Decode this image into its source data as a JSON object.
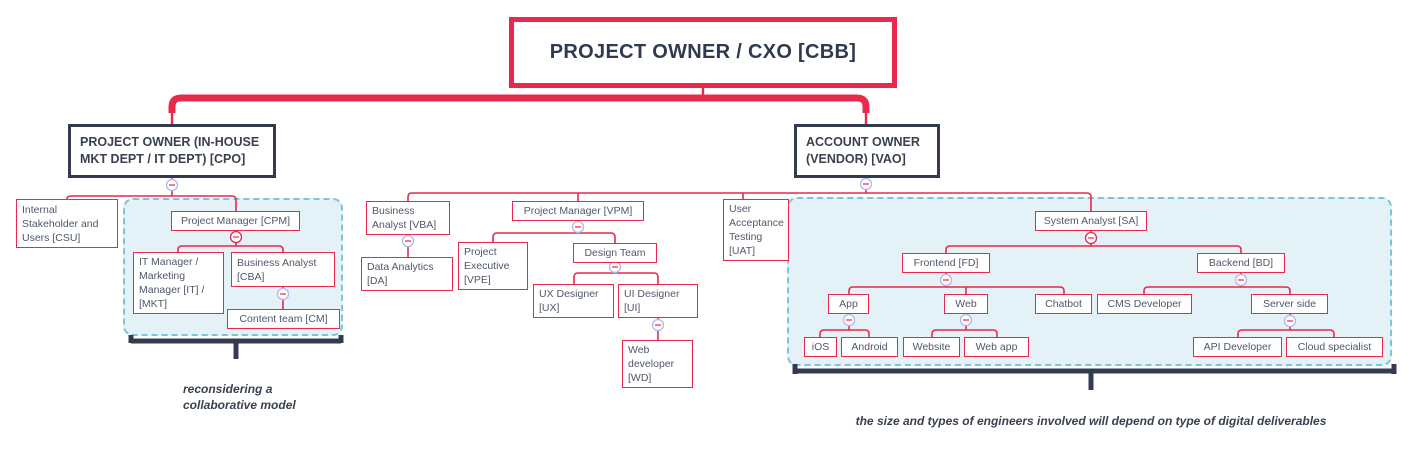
{
  "title": {
    "label": "PROJECT OWNER / CXO [CBB]"
  },
  "left": {
    "owner": "PROJECT OWNER (IN-HOUSE MKT DEPT / IT DEPT) [CPO]",
    "stakeholders": "Internal Stakeholder and Users [CSU]",
    "project_manager": "Project Manager [CPM]",
    "it_mkt_manager": "IT Manager / Marketing Manager [IT] / [MKT]",
    "business_analyst": "Business Analyst [CBA]",
    "content_team": "Content team [CM]",
    "note": "reconsidering a collaborative model"
  },
  "right": {
    "owner": "ACCOUNT OWNER (VENDOR) [VAO]",
    "business_analyst": "Business Analyst [VBA]",
    "data_analytics": "Data Analytics [DA]",
    "project_manager": "Project Manager [VPM]",
    "project_executive": "Project Executive [VPE]",
    "design_team": "Design Team",
    "ux_designer": "UX Designer [UX]",
    "ui_designer": "UI Designer [UI]",
    "web_developer": "Web developer [WD]",
    "uat": "User Acceptance Testing [UAT]",
    "system_analyst": "System Analyst [SA]",
    "frontend": "Frontend [FD]",
    "backend": "Backend [BD]",
    "app": "App",
    "web": "Web",
    "chatbot": "Chatbot",
    "cms_developer": "CMS Developer",
    "server_side": "Server side",
    "ios": "iOS",
    "android": "Android",
    "website": "Website",
    "web_app": "Web app",
    "api_developer": "API Developer",
    "cloud_specialist": "Cloud specialist",
    "note": "the size and types of engineers involved will depend on type of digital deliverables"
  },
  "colors": {
    "accent_red": "#e8284c",
    "navy": "#333c4f",
    "container_border_teal": "#7cc5d8",
    "container_fill": "#e4f1f6",
    "collapse_icon_lavender": "#b0baea"
  }
}
